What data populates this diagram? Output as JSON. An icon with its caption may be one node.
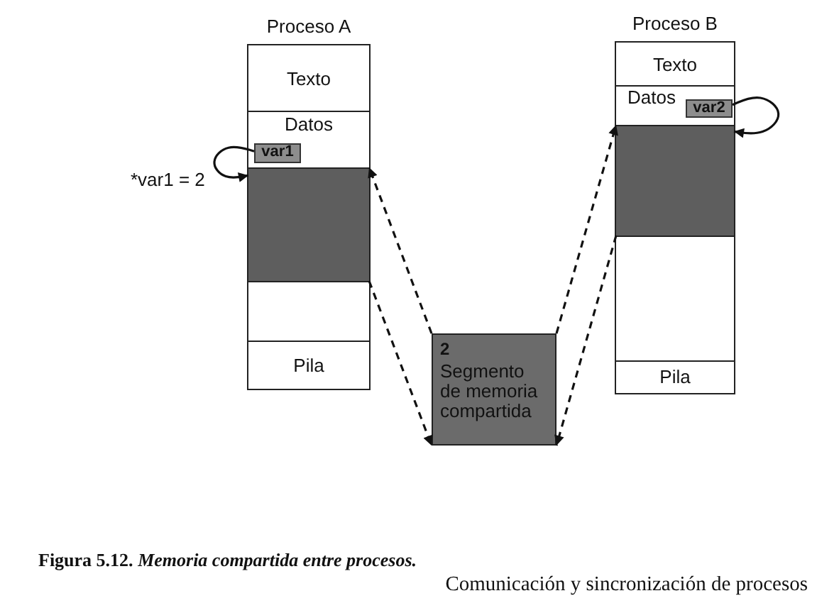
{
  "diagram": {
    "caption": "Figura 5.12. *Memoria compartida entre procesos.*",
    "nodes": [
      {
        "text": [
          "Proceso A"
        ]
      },
      {
        "text": [
          "Texto"
        ],
        "in": 0
      },
      {
        "text": [
          "Datos"
        ],
        "in": 0
      },
      {
        "text": [
          "var1"
        ],
        "in": 2
      },
      {
        "text": [],
        "shape": "box",
        "in": 0
      },
      {
        "text": [],
        "shape": "box",
        "in": 0
      },
      {
        "text": [
          "Pila"
        ],
        "in": 0
      },
      {
        "text": [
          "Proceso B"
        ]
      },
      {
        "text": [
          "Texto"
        ],
        "in": 7
      },
      {
        "text": [
          "Datos"
        ],
        "in": 7
      },
      {
        "text": [
          "var2"
        ],
        "in": 9
      },
      {
        "text": [],
        "shape": "box",
        "in": 7
      },
      {
        "text": [],
        "shape": "box",
        "in": 7
      },
      {
        "text": [
          "Pila"
        ],
        "in": 7
      },
      {
        "text": [
          "2",
          "Segmento de memoria compartida"
        ]
      }
    ],
    "edges": [
      {
        "from": 3,
        "to": 4,
        "arrow": "to",
        "label": "*var1 = 2"
      },
      {
        "from": 10,
        "to": 11,
        "arrow": "to"
      },
      {
        "from": 14,
        "to": 4,
        "arrow": "to",
        "style": "dashed"
      },
      {
        "from": 4,
        "to": 14,
        "arrow": "to",
        "style": "dashed"
      },
      {
        "from": 14,
        "to": 11,
        "arrow": "to",
        "style": "dashed"
      },
      {
        "from": 11,
        "to": 14,
        "arrow": "to",
        "style": "dashed"
      }
    ],
    "labels": [
      "Comunicación y sincronización de procesos"
    ]
  }
}
